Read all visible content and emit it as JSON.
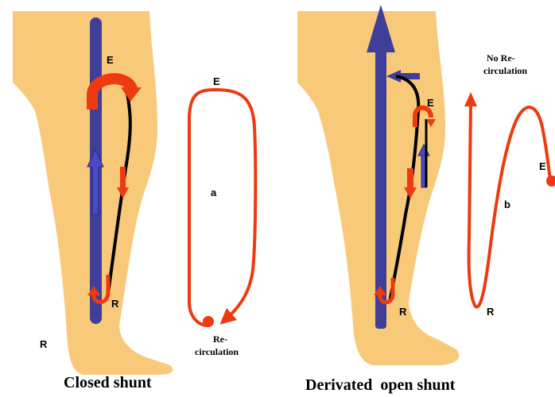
{
  "colors": {
    "leg_fill": "#F9C97A",
    "vein": "#3F3F9A",
    "arrow_red": "#EE3A10",
    "black": "#000000"
  },
  "left_panel": {
    "caption": "Closed shunt",
    "label_e_leg": "E",
    "label_r_leg": "R",
    "label_r_outer": "R",
    "loop_label_e": "E",
    "loop_label_a": "a",
    "recirc_line1": "Re-",
    "recirc_line2": "circulation"
  },
  "right_panel": {
    "caption": "Derivated  open shunt",
    "label_e_leg": "E",
    "label_r_leg": "R",
    "label_r_curve": "R",
    "label_e_curve": "E",
    "label_b": "b",
    "norecirc_line1": "No Re-",
    "norecirc_line2": "circulation"
  }
}
